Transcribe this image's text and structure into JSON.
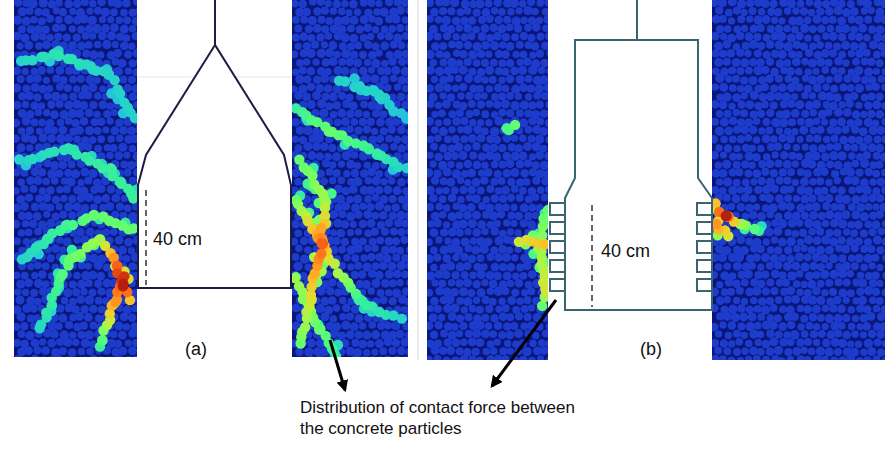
{
  "diagram": {
    "labels": [
      "40 cm",
      "(a)",
      "40 cm",
      "(b)",
      "Distribution of contact force between the concrete particles"
    ]
  }
}
